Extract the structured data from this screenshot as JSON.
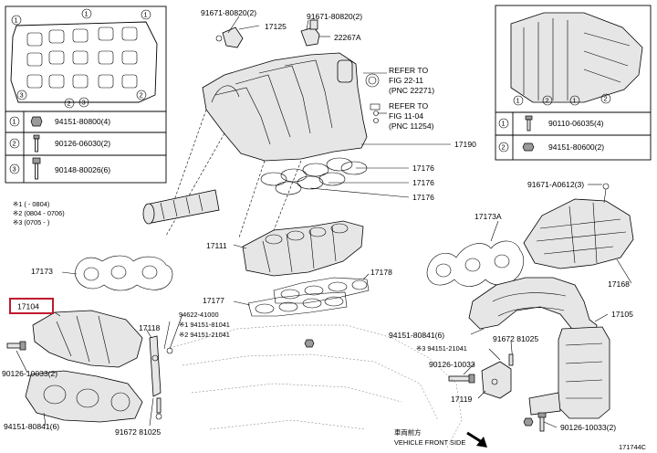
{
  "legend_left": [
    {
      "num": "1",
      "part": "94151-80800(4)"
    },
    {
      "num": "2",
      "part": "90126-06030(2)"
    },
    {
      "num": "3",
      "part": "90148-80026(6)"
    }
  ],
  "legend_right": [
    {
      "num": "1",
      "part": "90110-06035(4)"
    },
    {
      "num": "2",
      "part": "94151-80600(2)"
    }
  ],
  "notes": [
    "※1 (   - 0804)",
    "※2 (0804 - 0706)",
    "※3 (0705 -   )"
  ],
  "refer": {
    "a_line1": "REFER TO",
    "a_line2": "FIG 22-11",
    "a_line3": "(PNC 22271)",
    "b_line1": "REFER TO",
    "b_line2": "FIG 11-04",
    "b_line3": "(PNC 11254)"
  },
  "labels": {
    "p91671_80820_a": "91671-80820(2)",
    "p17125": "17125",
    "p91671_80820_b": "91671-80820(2)",
    "p22267A": "22267A",
    "p17190": "17190",
    "p17176_a": "17176",
    "p17176_b": "17176",
    "p17176_c": "17176",
    "p91671_A0612": "91671-A0612(3)",
    "p17173A": "17173A",
    "p17111": "17111",
    "p17173": "17173",
    "p17178": "17178",
    "p17168": "17168",
    "p17177": "17177",
    "p17104": "17104",
    "p17105": "17105",
    "p17118": "17118",
    "p94622_41000": "94622-41000",
    "p94151_81041": "※1 94151-81041",
    "p94151_21041": "※2 94151-21041",
    "p94151_80841_r": "94151-80841(6)",
    "p94151_21041_r": "※3 94151-21041",
    "p91672_81025_r": "91672  81025",
    "p90126_10033_l": "90126-10033(2)",
    "p90126_10033_m": "90126-10033",
    "p17119": "17119",
    "p94151_80841_l": "94151-80841(6)",
    "p91672_81025_l": "91672  81025",
    "p90126_10033_r": "90126-10033(2)",
    "front_jp": "車両前方",
    "front_en": "VEHICLE FRONT SIDE",
    "fig_id": "171744C"
  },
  "highlight": {
    "part": "17104",
    "color": "#c0182f"
  }
}
